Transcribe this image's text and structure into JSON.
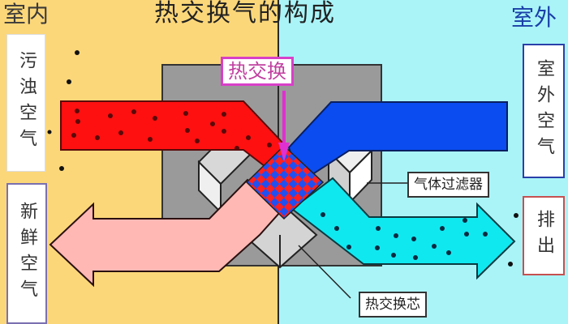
{
  "title": "热交换气的构成",
  "headers": {
    "indoor": "室内",
    "outdoor": "室外"
  },
  "side_labels": {
    "dirty_air": "污浊空气",
    "fresh_air": "新鲜空气",
    "outdoor_air": "室外空气",
    "exhaust": "排出"
  },
  "callouts": {
    "heat_exchange": "热交换",
    "gas_filter": "气体过滤器",
    "heat_exchange_core": "热交换芯"
  },
  "colors": {
    "indoor_bg": "#fcd77a",
    "outdoor_bg": "#aaf4f8",
    "dirty_air_arrow": "#ff1010",
    "outdoor_air_arrow": "#0a4cf0",
    "fresh_air_arrow": "#ffb8b4",
    "exhaust_arrow": "#10e8f0",
    "housing": "#9a9a9a",
    "callout_magenta": "#e030d0"
  }
}
